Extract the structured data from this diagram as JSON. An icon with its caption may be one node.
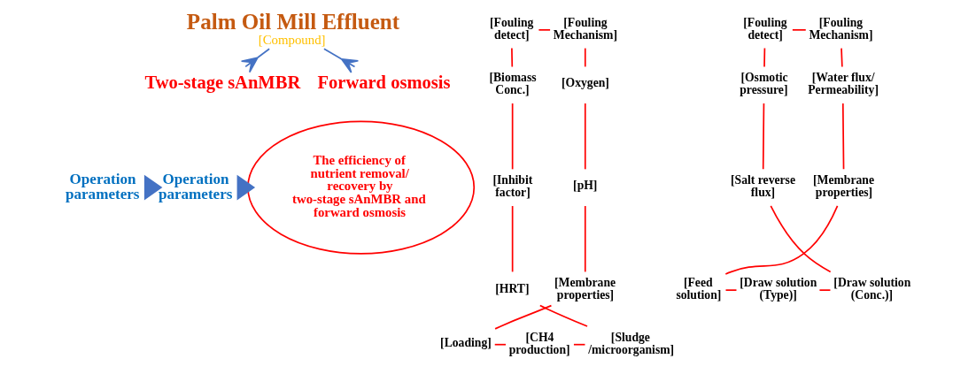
{
  "diagram": {
    "nodes": [
      {
        "text": [
          "Palm Oil Mill Effluent",
          "[Compound]"
        ]
      },
      {
        "text": [
          "Two-stage sAnMBR"
        ]
      },
      {
        "text": [
          "Forward osmosis"
        ]
      },
      {
        "text": [
          "Operation parameters"
        ]
      },
      {
        "text": [
          "[Fouling detect]"
        ]
      },
      {
        "text": [
          "[Fouling Mechanism]"
        ]
      },
      {
        "text": [
          "[Oxygen]"
        ]
      },
      {
        "text": [
          "[pH]"
        ]
      },
      {
        "text": [
          "[Membrane properties]"
        ]
      },
      {
        "text": [
          "[Loading]"
        ]
      },
      {
        "text": [
          "[CH4 production]"
        ]
      },
      {
        "text": [
          "[Sludge /microorganism]"
        ]
      },
      {
        "text": [
          "[HRT]"
        ]
      },
      {
        "text": [
          "[Inhibit factor]"
        ]
      },
      {
        "text": [
          "[Biomass Conc.]"
        ]
      },
      {
        "text": [
          "Operation parameters"
        ]
      },
      {
        "text": [
          "[Fouling detect]"
        ]
      },
      {
        "text": [
          "[Fouling Mechanism]"
        ]
      },
      {
        "text": [
          "[Water flux/ Permeability]"
        ]
      },
      {
        "text": [
          "[Membrane properties]"
        ]
      },
      {
        "text": [
          "[Feed solution]"
        ]
      },
      {
        "text": [
          "[Draw solution (Type)]"
        ]
      },
      {
        "text": [
          "[Draw solution (Conc.)]"
        ]
      },
      {
        "text": [
          "[Salt reverse flux]"
        ]
      },
      {
        "text": [
          "[Osmotic pressure]"
        ]
      },
      {
        "text": [
          "The efficiency of nutrient removal/ recovery by two-stage sAnMBR and forward osmosis"
        ]
      }
    ],
    "edges": [
      {
        "from": 0,
        "to": 1,
        "arrow": "other",
        "color": "#4472c4"
      },
      {
        "from": 0,
        "to": 2,
        "arrow": "other",
        "color": "#4472c4"
      },
      {
        "from": 4,
        "to": 5,
        "arrow": "none"
      },
      {
        "from": 5,
        "to": 6,
        "arrow": "none"
      },
      {
        "from": 6,
        "to": 7,
        "arrow": "none"
      },
      {
        "from": 7,
        "to": 8,
        "arrow": "none"
      },
      {
        "from": 8,
        "to": 9,
        "arrow": "none"
      },
      {
        "from": 9,
        "to": 10,
        "arrow": "none"
      },
      {
        "from": 10,
        "to": 11,
        "arrow": "none"
      },
      {
        "from": 11,
        "to": 12,
        "arrow": "none"
      },
      {
        "from": 12,
        "to": 13,
        "arrow": "none"
      },
      {
        "from": 13,
        "to": 14,
        "arrow": "none"
      },
      {
        "from": 14,
        "to": 4,
        "arrow": "none"
      },
      {
        "from": 16,
        "to": 17,
        "arrow": "none"
      },
      {
        "from": 17,
        "to": 18,
        "arrow": "none"
      },
      {
        "from": 18,
        "to": 19,
        "arrow": "none"
      },
      {
        "from": 19,
        "to": 20,
        "arrow": "none"
      },
      {
        "from": 20,
        "to": 21,
        "arrow": "none"
      },
      {
        "from": 21,
        "to": 22,
        "arrow": "none"
      },
      {
        "from": 22,
        "to": 23,
        "arrow": "none"
      },
      {
        "from": 23,
        "to": 24,
        "arrow": "none"
      },
      {
        "from": 24,
        "to": 16,
        "arrow": "none"
      },
      {
        "from": 3,
        "to": 15,
        "arrow": "to",
        "style": "thick",
        "color": "#4472c4"
      },
      {
        "from": 15,
        "to": 25,
        "arrow": "to",
        "style": "thick",
        "color": "#4472c4"
      }
    ]
  }
}
